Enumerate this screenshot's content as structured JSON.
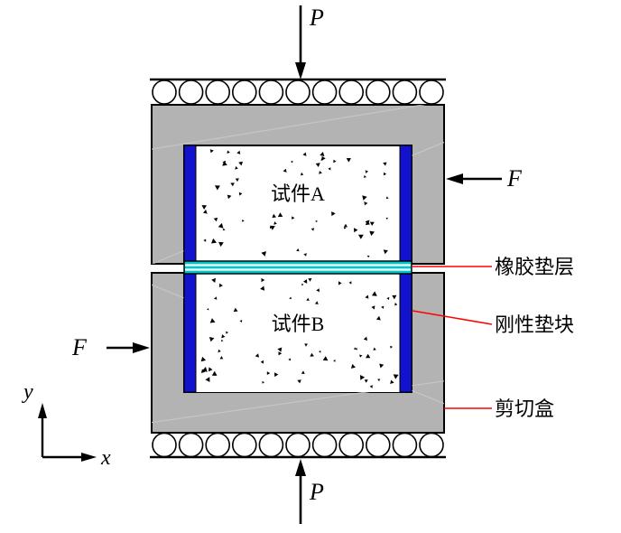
{
  "diagram": {
    "loads": {
      "top": "P",
      "bottom": "P",
      "left": "F",
      "right": "F"
    },
    "specimens": {
      "a": "试件A",
      "b": "试件B"
    },
    "annotations": {
      "rubber_layer": "橡胶垫层",
      "rigid_pad": "刚性垫块",
      "shear_box": "剪切盒"
    },
    "axes": {
      "x": "x",
      "y": "y"
    },
    "colors": {
      "shear_box_gray": "#b3b3b3",
      "rigid_pad_blue": "#1212cc",
      "rubber_layer_cyan": "#00c8c8",
      "leader_red": "#ff0000",
      "outline_black": "#000000"
    }
  }
}
